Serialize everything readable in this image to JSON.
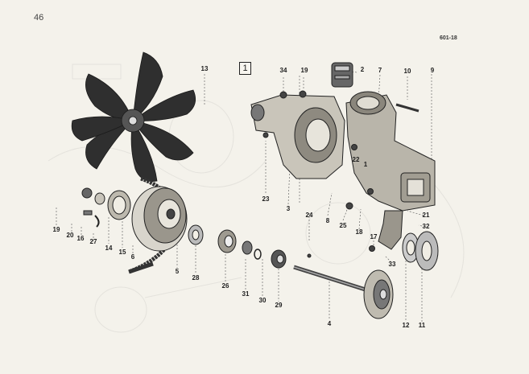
{
  "page_number": "46",
  "reference_code": "601-18",
  "group_number": "1",
  "callouts": [
    {
      "id": "c-13",
      "text": "13"
    },
    {
      "id": "c-34",
      "text": "34"
    },
    {
      "id": "c-19a",
      "text": "19"
    },
    {
      "id": "c-2",
      "text": "2"
    },
    {
      "id": "c-7",
      "text": "7"
    },
    {
      "id": "c-10",
      "text": "10"
    },
    {
      "id": "c-9",
      "text": "9"
    },
    {
      "id": "c-22",
      "text": "22"
    },
    {
      "id": "c-1",
      "text": "1"
    },
    {
      "id": "c-23",
      "text": "23"
    },
    {
      "id": "c-3",
      "text": "3"
    },
    {
      "id": "c-24",
      "text": "24"
    },
    {
      "id": "c-8",
      "text": "8"
    },
    {
      "id": "c-25",
      "text": "25"
    },
    {
      "id": "c-18",
      "text": "18"
    },
    {
      "id": "c-21",
      "text": "21"
    },
    {
      "id": "c-32",
      "text": "32"
    },
    {
      "id": "c-17",
      "text": "17"
    },
    {
      "id": "c-33",
      "text": "33"
    },
    {
      "id": "c-19b",
      "text": "19"
    },
    {
      "id": "c-20",
      "text": "20"
    },
    {
      "id": "c-16",
      "text": "16"
    },
    {
      "id": "c-27",
      "text": "27"
    },
    {
      "id": "c-14",
      "text": "14"
    },
    {
      "id": "c-15",
      "text": "15"
    },
    {
      "id": "c-6",
      "text": "6"
    },
    {
      "id": "c-5",
      "text": "5"
    },
    {
      "id": "c-28",
      "text": "28"
    },
    {
      "id": "c-26",
      "text": "26"
    },
    {
      "id": "c-31",
      "text": "31"
    },
    {
      "id": "c-30",
      "text": "30"
    },
    {
      "id": "c-29",
      "text": "29"
    },
    {
      "id": "c-4",
      "text": "4"
    },
    {
      "id": "c-12",
      "text": "12"
    },
    {
      "id": "c-11",
      "text": "11"
    }
  ]
}
